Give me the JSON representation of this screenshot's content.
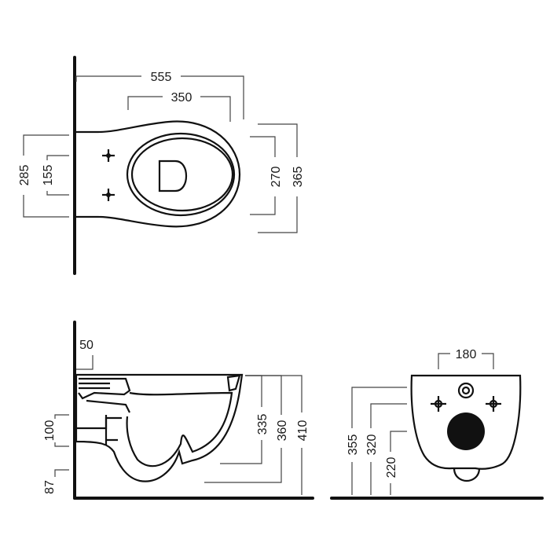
{
  "dimensions": {
    "top_length": "555",
    "top_pan": "350",
    "top_height_outer": "285",
    "top_height_inner": "155",
    "top_width_inner": "270",
    "top_width_outer": "365",
    "side_50": "50",
    "side_100": "100",
    "side_87": "87",
    "side_335": "335",
    "side_360": "360",
    "side_410": "410",
    "rear_180": "180",
    "rear_355": "355",
    "rear_320": "320",
    "rear_220": "220"
  },
  "colors": {
    "line": "#111111",
    "dim_line": "#444444",
    "hole_fill": "#111111"
  }
}
